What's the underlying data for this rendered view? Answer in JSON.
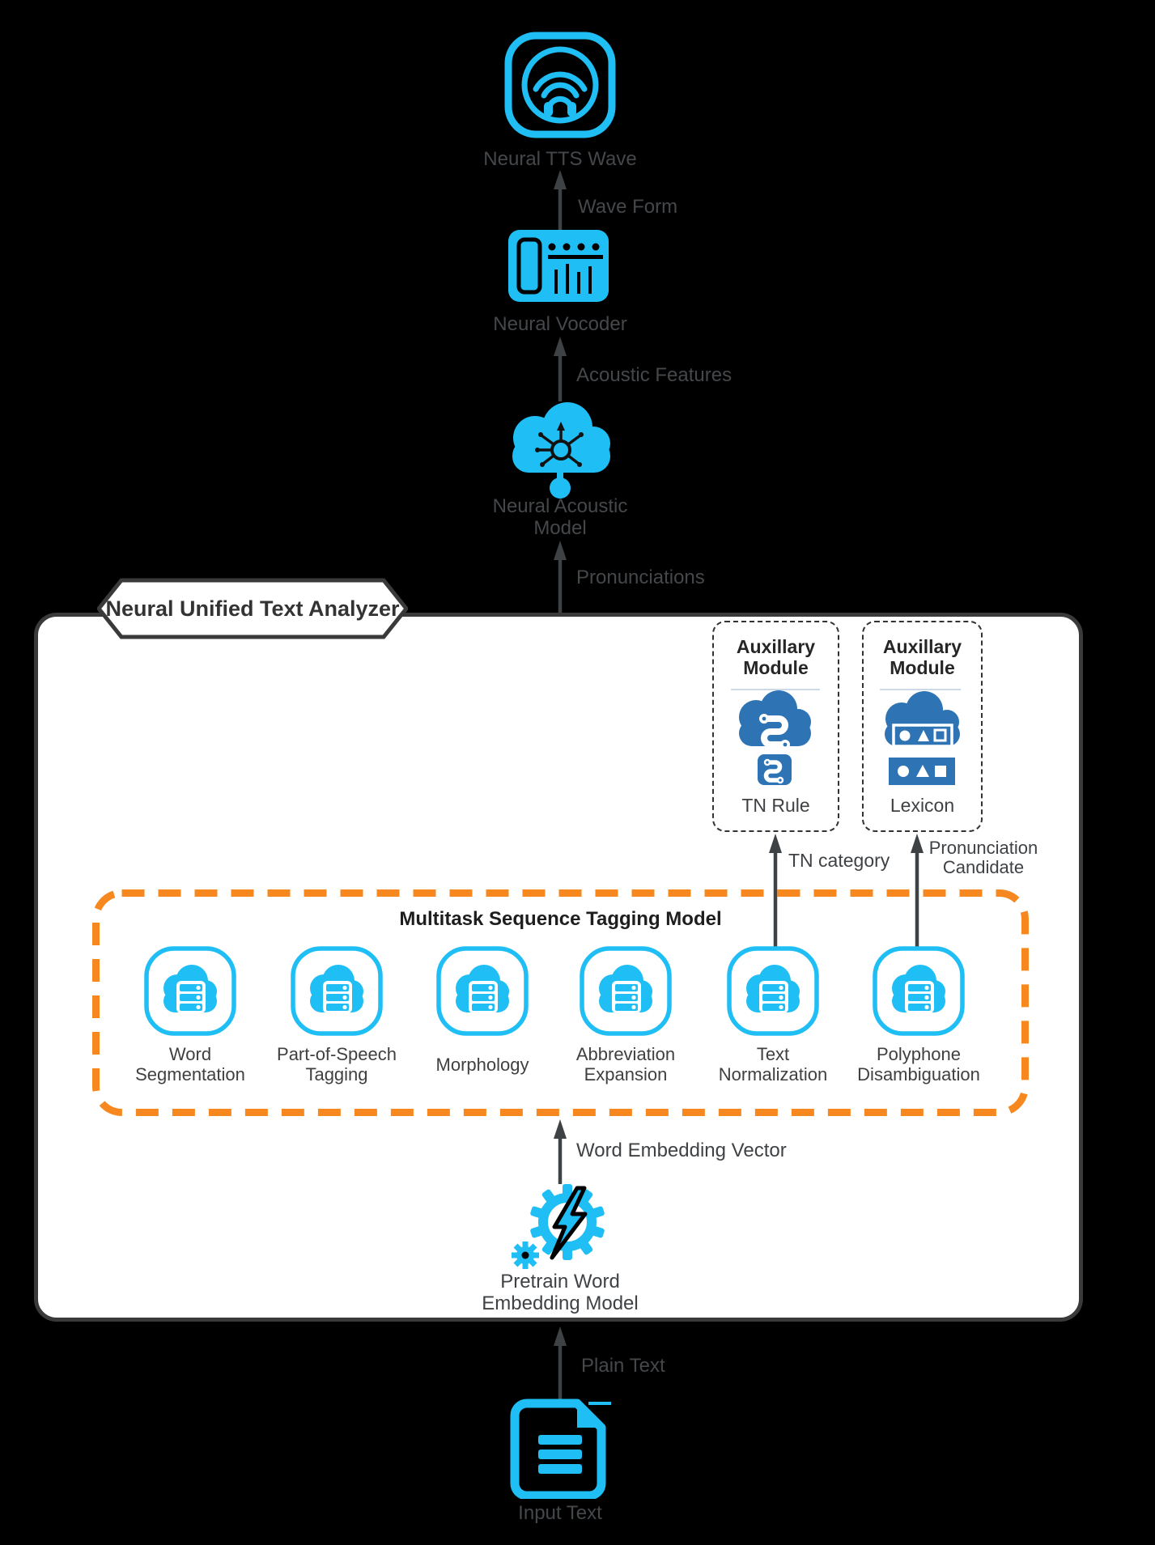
{
  "colors": {
    "cyan": "#1FBEF4",
    "aux_blue": "#2E74B5",
    "orange": "#F6881F",
    "arrow_gray": "#3F4245",
    "panel_border": "#3A3A3A"
  },
  "pipeline": {
    "tts_wave_label": "Neural TTS Wave",
    "wave_form_label": "Wave Form",
    "vocoder_label": "Neural Vocoder",
    "acoustic_features_label": "Acoustic Features",
    "acoustic_model_label": "Neural Acoustic\nModel",
    "pronunciations_label": "Pronunciations",
    "word_embedding_vector_label": "Word Embedding Vector",
    "pretrain_label": "Pretrain Word\nEmbedding Model",
    "plain_text_label": "Plain Text",
    "input_text_label": "Input Text"
  },
  "analyzer": {
    "title": "Neural Unified Text Analyzer",
    "aux_modules": [
      {
        "title": "Auxillary\nModule",
        "label": "TN Rule"
      },
      {
        "title": "Auxillary\nModule",
        "label": "Lexicon"
      }
    ],
    "aux_arrow_labels": {
      "tn": "TN category",
      "pron": "Pronunciation\nCandidate"
    },
    "tagging": {
      "title": "Multitask Sequence Tagging Model",
      "modules": [
        {
          "label": "Word\nSegmentation"
        },
        {
          "label": "Part-of-Speech\nTagging"
        },
        {
          "label": "Morphology"
        },
        {
          "label": "Abbreviation\nExpansion"
        },
        {
          "label": "Text\nNormalization"
        },
        {
          "label": "Polyphone\nDisambiguation"
        }
      ]
    }
  }
}
